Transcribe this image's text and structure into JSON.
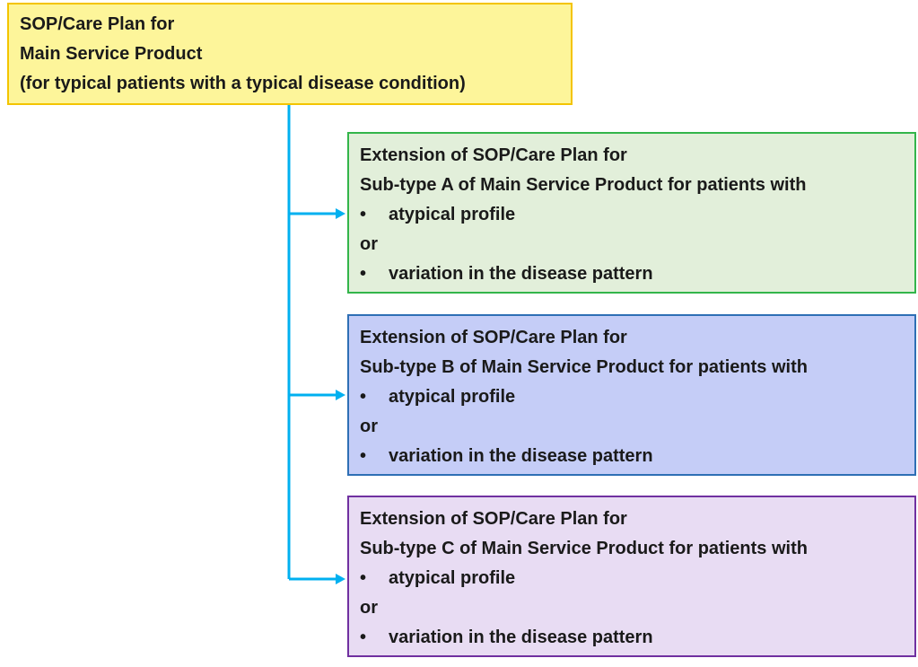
{
  "main": {
    "lines": [
      "SOP/Care Plan for",
      "Main Service Product",
      "(for typical patients with a typical disease condition)"
    ]
  },
  "extensions": [
    {
      "line1": "Extension of SOP/Care Plan for",
      "line2": "Sub-type A of Main Service Product for patients with",
      "bullet1": "atypical profile",
      "or": "or",
      "bullet2": "variation in the disease pattern",
      "bg": "#e2efda",
      "border": "#33b54a"
    },
    {
      "line1": "Extension of SOP/Care Plan for",
      "line2": "Sub-type B of Main Service Product for patients with",
      "bullet1": "atypical profile",
      "or": "or",
      "bullet2": "variation in the disease pattern",
      "bg": "#c5cdf7",
      "border": "#2e6fb5"
    },
    {
      "line1": "Extension of SOP/Care Plan for",
      "line2": "Sub-type C of Main Service Product for patients with",
      "bullet1": "atypical profile",
      "or": "or",
      "bullet2": "variation in the disease pattern",
      "bg": "#e8dcf3",
      "border": "#7030a0"
    }
  ],
  "bullet_symbol": "•",
  "colors": {
    "main_bg": "#fdf59a",
    "main_border": "#f3c400",
    "connector": "#00b0f0"
  }
}
